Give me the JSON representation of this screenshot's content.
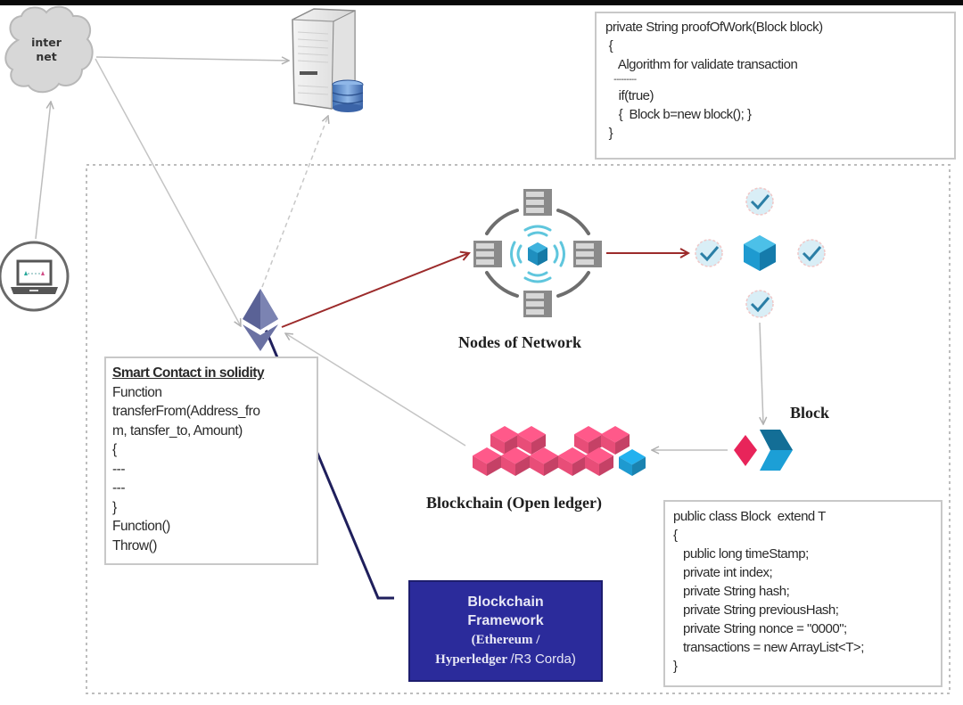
{
  "diagram": {
    "internet": {
      "line1": "inter",
      "line2": "net"
    },
    "nodes_label": "Nodes of Network",
    "blockchain_label": "Blockchain (Open ledger)",
    "block_label": "Block",
    "framework": {
      "line1": "Blockchain",
      "line2": "Framework",
      "line3": "(Ethereum /",
      "line4_serif": "Hyperledger ",
      "line4_sans": "/R3 Corda)"
    },
    "proof_of_work_code": [
      "private String proofOfWork(Block block)",
      " {",
      "    Algorithm for validate transaction",
      "    ---------",
      "    if(true)",
      "    {  Block b=new block(); }",
      " }"
    ],
    "smart_contract": {
      "title": "Smart Contact in solidity",
      "lines": [
        "Function",
        "transferFrom(Address_fro",
        "m, tansfer_to, Amount)",
        "{",
        "---",
        "---",
        "}",
        "Function()",
        "Throw()"
      ]
    },
    "block_class_code": [
      "public class Block  extend T",
      "{",
      "   public long timeStamp;",
      "   private int index;",
      "   private String hash;",
      "   private String previousHash;",
      "   private String nonce = \"0000\";",
      "   transactions = new ArrayList<T>;",
      "}"
    ],
    "icons": {
      "internet": "cloud-icon",
      "server": "server-icon",
      "database": "database-icon",
      "laptop": "laptop-icon",
      "ethereum": "ethereum-icon",
      "network": "network-nodes-icon",
      "validation": "checkmark-icon",
      "cube": "cube-icon",
      "block": "block-chevron-icon",
      "chain": "blockchain-cubes-icon"
    },
    "colors": {
      "framework_bg": "#2b2b9b",
      "cube_pink": "#e84d78",
      "cube_blue": "#1e9ad0",
      "arrow_red": "#9c2b2b",
      "arrow_navy": "#1f1f5c",
      "ethereum": "#5a6296"
    }
  }
}
